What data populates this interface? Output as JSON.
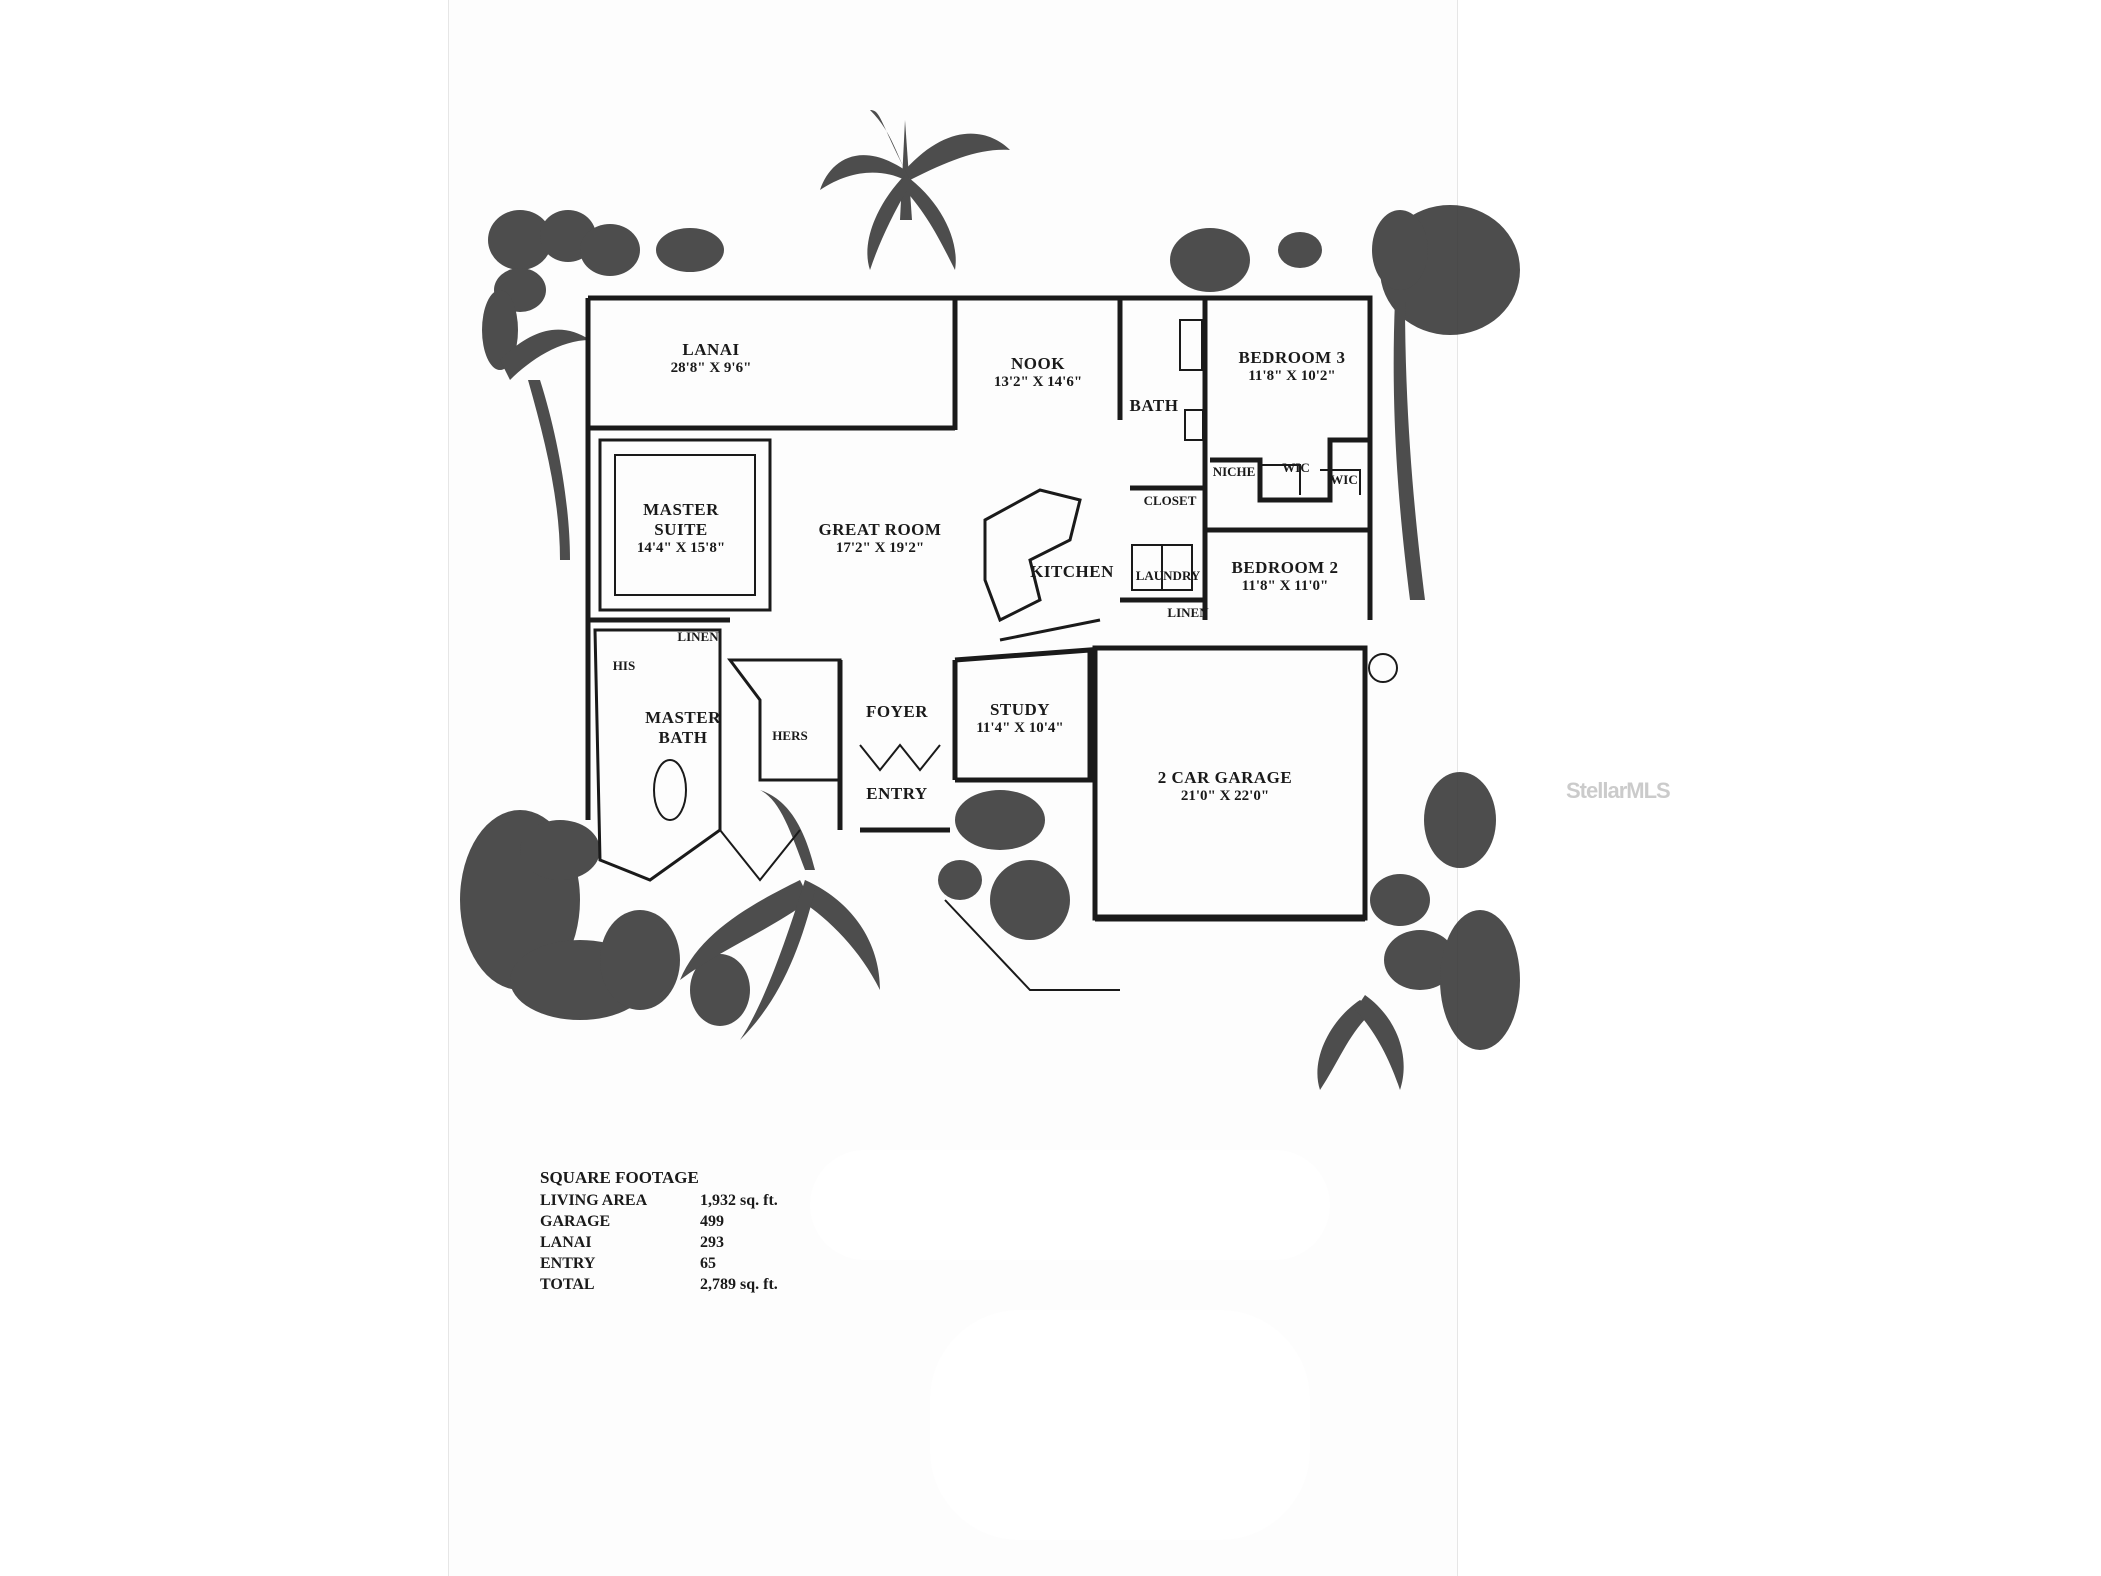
{
  "rooms": {
    "lanai": {
      "name": "LANAI",
      "dims": "28'8\" X 9'6\""
    },
    "nook": {
      "name": "NOOK",
      "dims": "13'2\" X 14'6\""
    },
    "bath": {
      "name": "BATH"
    },
    "bedroom3": {
      "name": "BEDROOM 3",
      "dims": "11'8\" X 10'2\""
    },
    "niche": {
      "name": "NICHE"
    },
    "wic1": {
      "name": "WIC"
    },
    "wic2": {
      "name": "WIC"
    },
    "closet": {
      "name": "CLOSET"
    },
    "master_suite": {
      "name1": "MASTER",
      "name2": "SUITE",
      "dims": "14'4\" X 15'8\""
    },
    "great_room": {
      "name": "GREAT ROOM",
      "dims": "17'2\" X 19'2\""
    },
    "kitchen": {
      "name": "KITCHEN"
    },
    "laundry": {
      "name": "LAUNDRY"
    },
    "linen_laundry": {
      "name": "LINEN"
    },
    "bedroom2": {
      "name": "BEDROOM 2",
      "dims": "11'8\" X 11'0\""
    },
    "linen_master": {
      "name": "LINEN"
    },
    "his": {
      "name": "HIS"
    },
    "master_bath": {
      "name": "MASTER BATH"
    },
    "hers": {
      "name": "HERS"
    },
    "foyer": {
      "name": "FOYER"
    },
    "study": {
      "name": "STUDY",
      "dims": "11'4\" X 10'4\""
    },
    "garage": {
      "name": "2 CAR GARAGE",
      "dims": "21'0\" X 22'0\""
    },
    "entry": {
      "name": "ENTRY"
    }
  },
  "square_footage": {
    "title": "SQUARE FOOTAGE",
    "rows": [
      {
        "label": "LIVING AREA",
        "value": "1,932 sq. ft."
      },
      {
        "label": "GARAGE",
        "value": "499"
      },
      {
        "label": "LANAI",
        "value": "293"
      },
      {
        "label": "ENTRY",
        "value": "65"
      },
      {
        "label": "TOTAL",
        "value": "2,789 sq. ft."
      }
    ]
  },
  "watermark": "StellarMLS",
  "colors": {
    "ink": "#1a1a1a",
    "paper": "#fdfdfd",
    "foliage": "#3a3a3a"
  }
}
